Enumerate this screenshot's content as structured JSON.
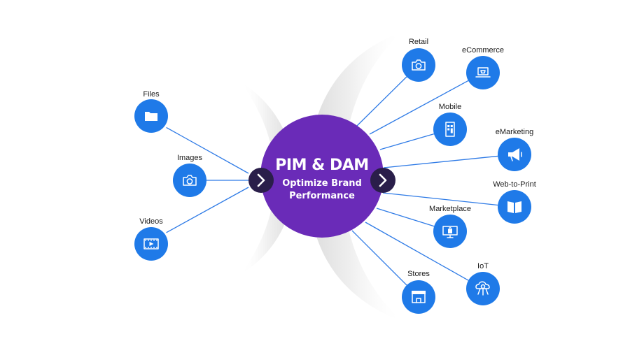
{
  "hub": {
    "title": "PIM & DAM",
    "subtitle_line1": "Optimize Brand",
    "subtitle_line2": "Performance",
    "color": "#6a2bb8",
    "arrow_color": "#2a1e4a"
  },
  "inputs": [
    {
      "label": "Files",
      "icon": "folder-icon"
    },
    {
      "label": "Images",
      "icon": "camera-icon"
    },
    {
      "label": "Videos",
      "icon": "film-icon"
    }
  ],
  "outputs": [
    {
      "label": "Retail",
      "icon": "camera-icon"
    },
    {
      "label": "eCommerce",
      "icon": "laptop-cart-icon"
    },
    {
      "label": "Mobile",
      "icon": "mobile-app-icon"
    },
    {
      "label": "eMarketing",
      "icon": "megaphone-icon"
    },
    {
      "label": "Web-to-Print",
      "icon": "open-book-icon"
    },
    {
      "label": "Marketplace",
      "icon": "monitor-shopping-icon"
    },
    {
      "label": "IoT",
      "icon": "cloud-network-icon"
    },
    {
      "label": "Stores",
      "icon": "storefront-icon"
    }
  ],
  "colors": {
    "node": "#1f7ae8",
    "connector": "#2f7be6",
    "hub": "#6a2bb8"
  }
}
